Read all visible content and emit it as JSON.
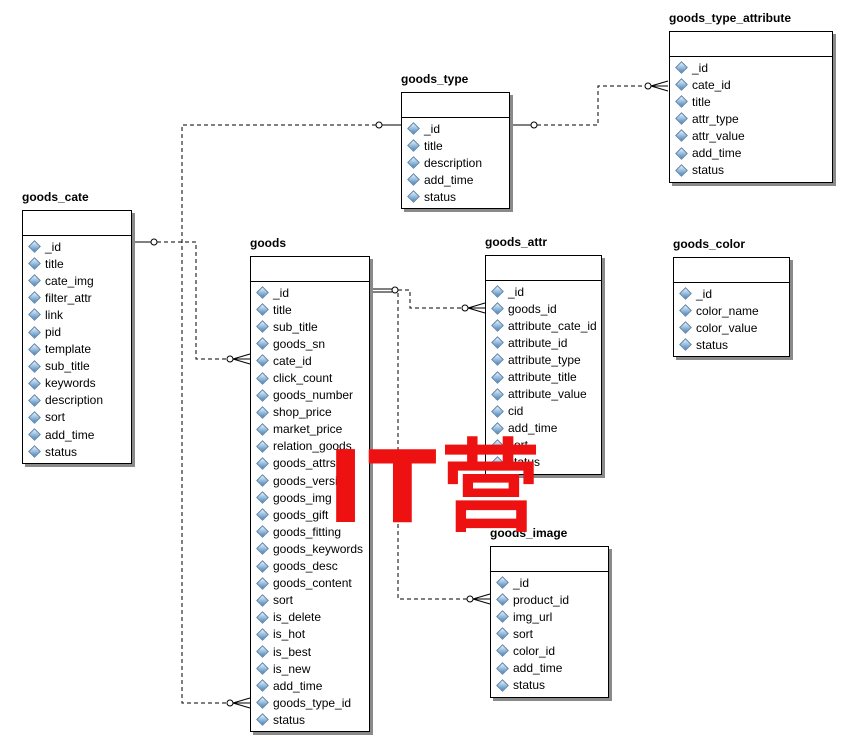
{
  "entities": {
    "goods_type_attribute": {
      "title": "goods_type_attribute",
      "fields": [
        "_id",
        "cate_id",
        "title",
        "attr_type",
        "attr_value",
        "add_time",
        "status"
      ]
    },
    "goods_type": {
      "title": "goods_type",
      "fields": [
        "_id",
        "title",
        "description",
        "add_time",
        "status"
      ]
    },
    "goods_cate": {
      "title": "goods_cate",
      "fields": [
        "_id",
        "title",
        "cate_img",
        "filter_attr",
        "link",
        "pid",
        "template",
        "sub_title",
        "keywords",
        "description",
        "sort",
        "add_time",
        "status"
      ]
    },
    "goods": {
      "title": "goods",
      "fields": [
        "_id",
        "title",
        "sub_title",
        "goods_sn",
        "cate_id",
        "click_count",
        "goods_number",
        "shop_price",
        "market_price",
        "relation_goods",
        "goods_attrs",
        "goods_version",
        "goods_img",
        "goods_gift",
        "goods_fitting",
        "goods_keywords",
        "goods_desc",
        "goods_content",
        "sort",
        "is_delete",
        "is_hot",
        "is_best",
        "is_new",
        "add_time",
        "goods_type_id",
        "status"
      ]
    },
    "goods_attr": {
      "title": "goods_attr",
      "fields": [
        "_id",
        "goods_id",
        "attribute_cate_id",
        "attribute_id",
        "attribute_type",
        "attribute_title",
        "attribute_value",
        "cid",
        "add_time",
        "sort",
        "status"
      ]
    },
    "goods_color": {
      "title": "goods_color",
      "fields": [
        "_id",
        "color_name",
        "color_value",
        "status"
      ]
    },
    "goods_image": {
      "title": "goods_image",
      "fields": [
        "_id",
        "product_id",
        "img_url",
        "sort",
        "color_id",
        "add_time",
        "status"
      ]
    }
  },
  "relationships": [
    {
      "from": "goods_type",
      "to": "goods_type_attribute"
    },
    {
      "from": "goods_type",
      "to": "goods"
    },
    {
      "from": "goods_cate",
      "to": "goods"
    },
    {
      "from": "goods",
      "to": "goods_attr"
    },
    {
      "from": "goods",
      "to": "goods_image"
    }
  ],
  "field_icon": "diamond-icon",
  "colors": {
    "line": "#000000",
    "shadow": "#8a8a8a",
    "watermark": "#ee1111",
    "field_icon": "#8fb8dc"
  },
  "watermark": "IT营"
}
